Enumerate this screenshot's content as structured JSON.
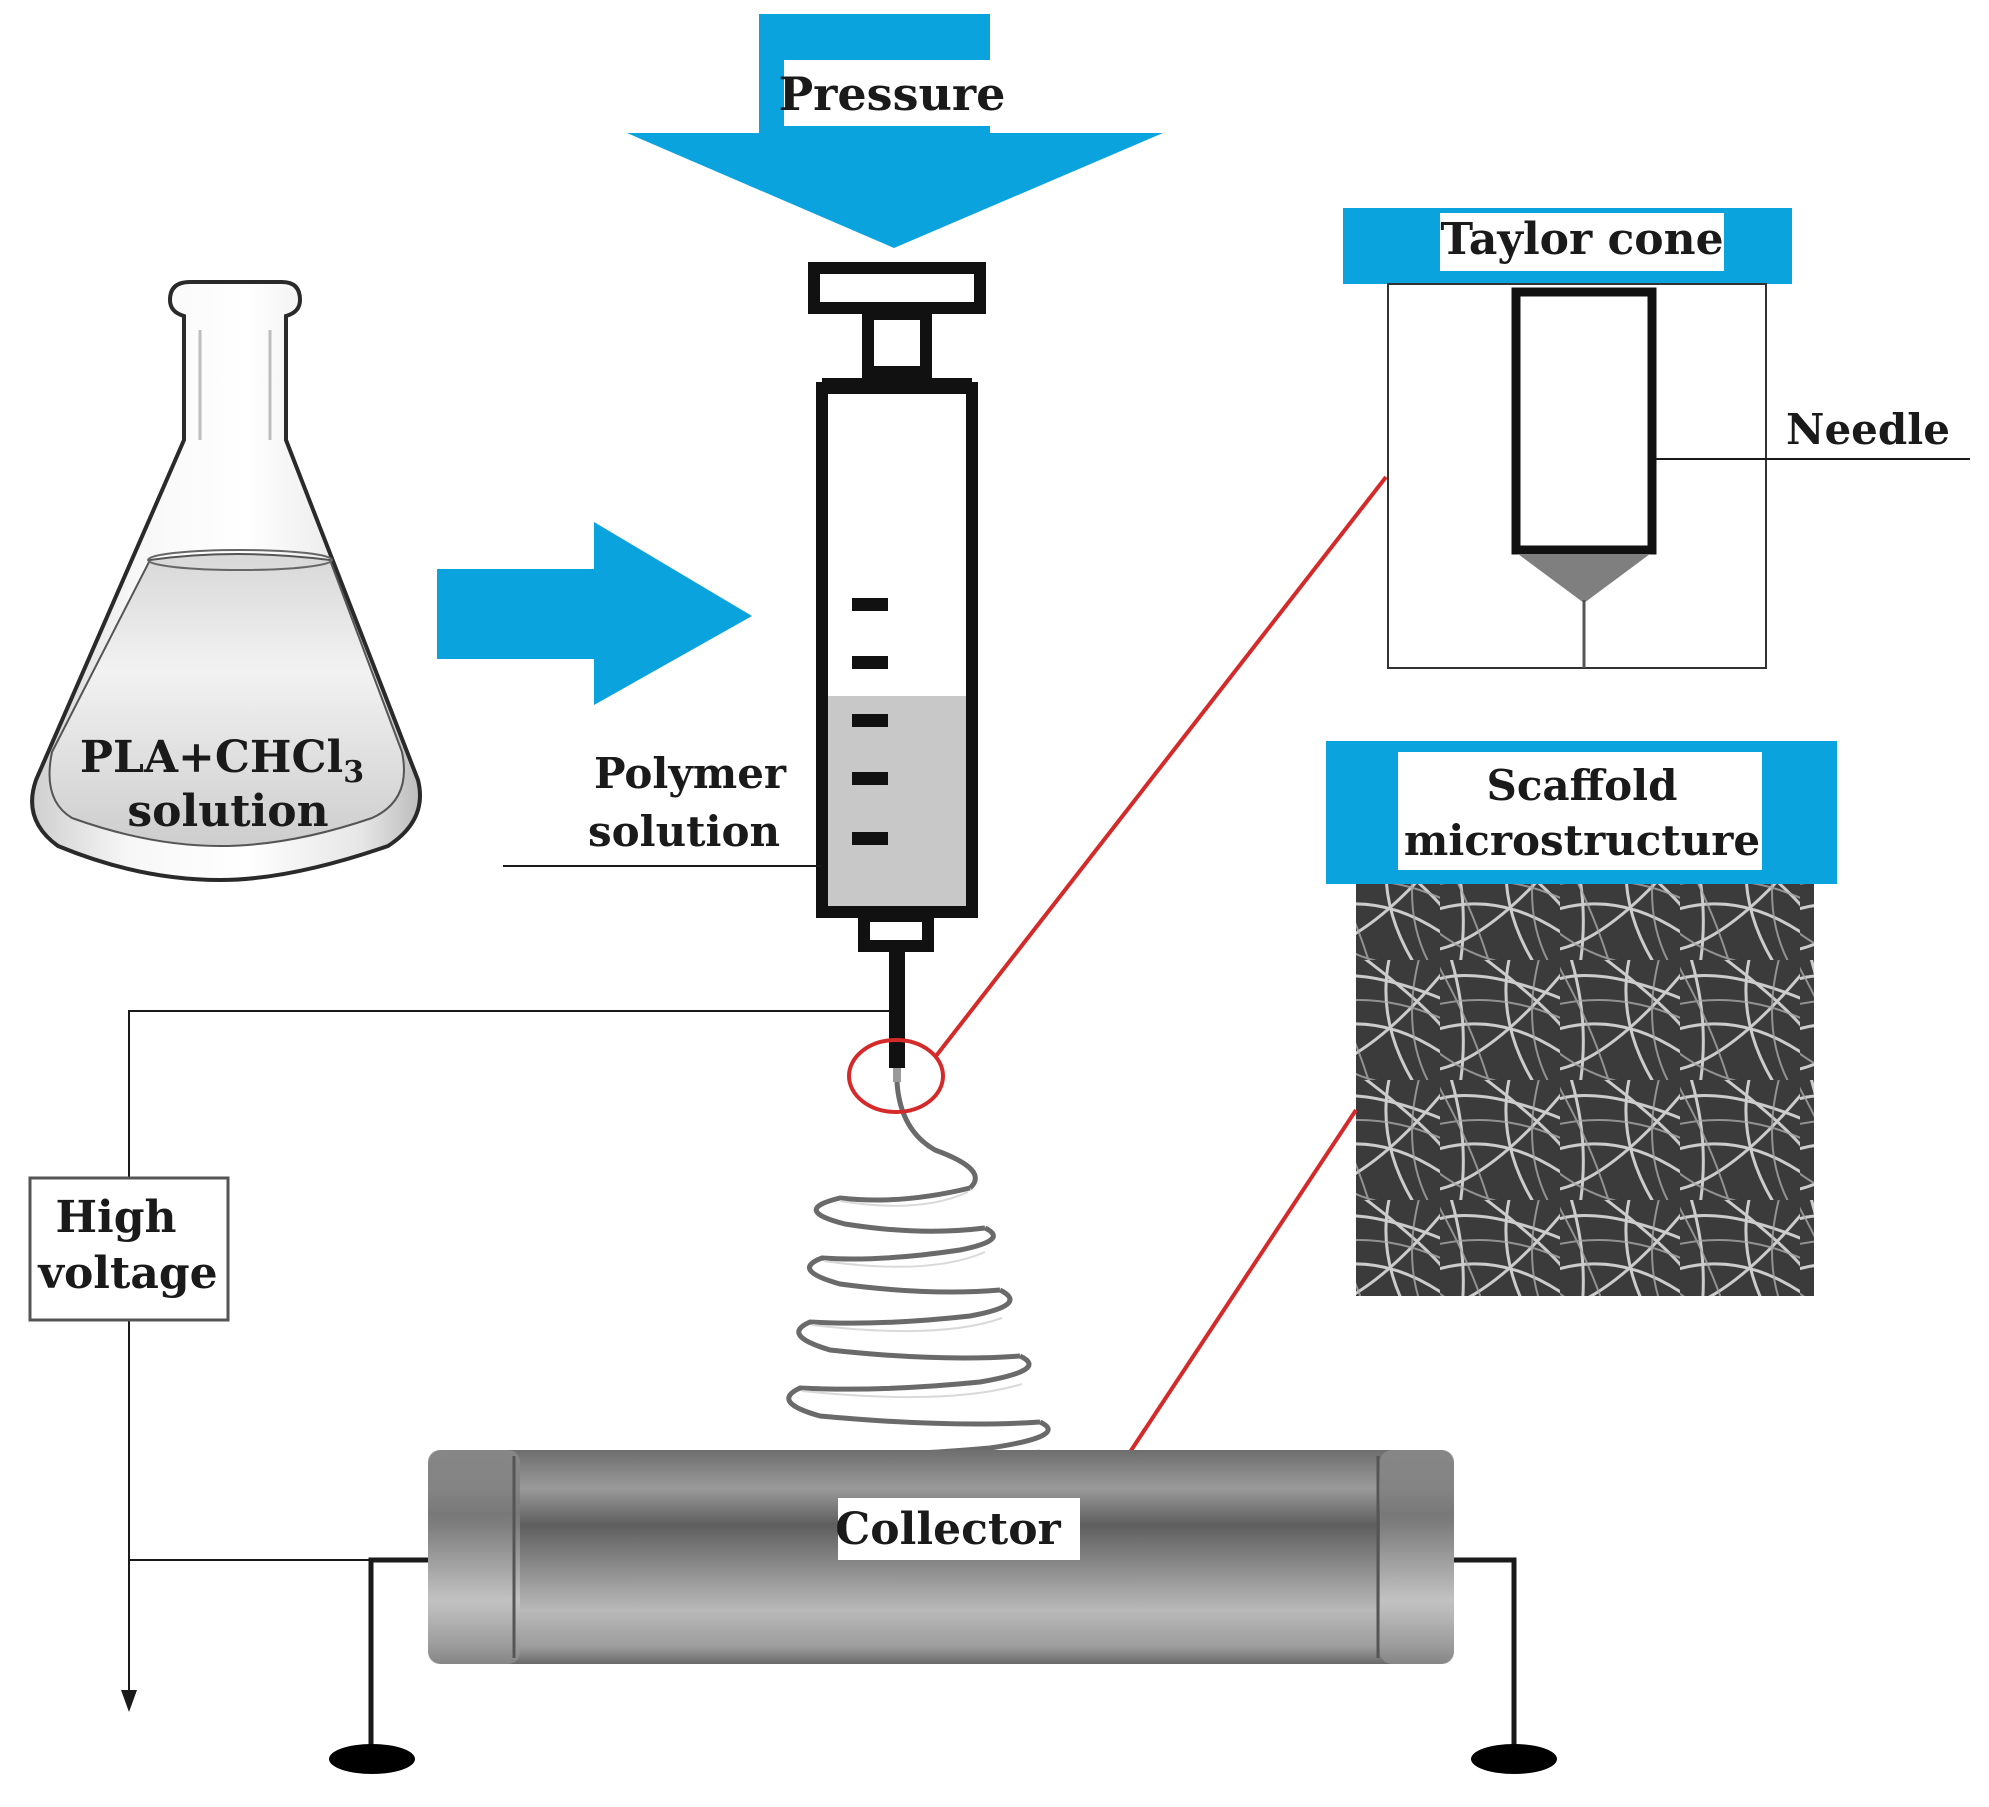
{
  "labels": {
    "pressure": "Pressure",
    "taylor_cone": "Taylor cone",
    "needle": "Needle",
    "solution_line1": "PLA+CHCl",
    "solution_sub": "3",
    "solution_line2": "solution",
    "polymer_line1": "Polymer",
    "polymer_line2": "solution",
    "scaffold_line1": "Scaffold",
    "scaffold_line2": "microstructure",
    "high_voltage_line1": "High",
    "high_voltage_line2": "voltage",
    "collector": "Collector"
  },
  "colors": {
    "accent_blue": "#0aa3de",
    "callout_red": "#d42a2a",
    "line": "#1a1a1a",
    "fluid_gray": "#c8c8c8",
    "cone_gray": "#7f7f7f",
    "collector_metal": "#8a8a8a"
  },
  "icons": [
    "flask-icon",
    "syringe-icon",
    "arrow-down-icon",
    "arrow-right-icon",
    "ground-icon",
    "fiber-spiral-icon"
  ]
}
